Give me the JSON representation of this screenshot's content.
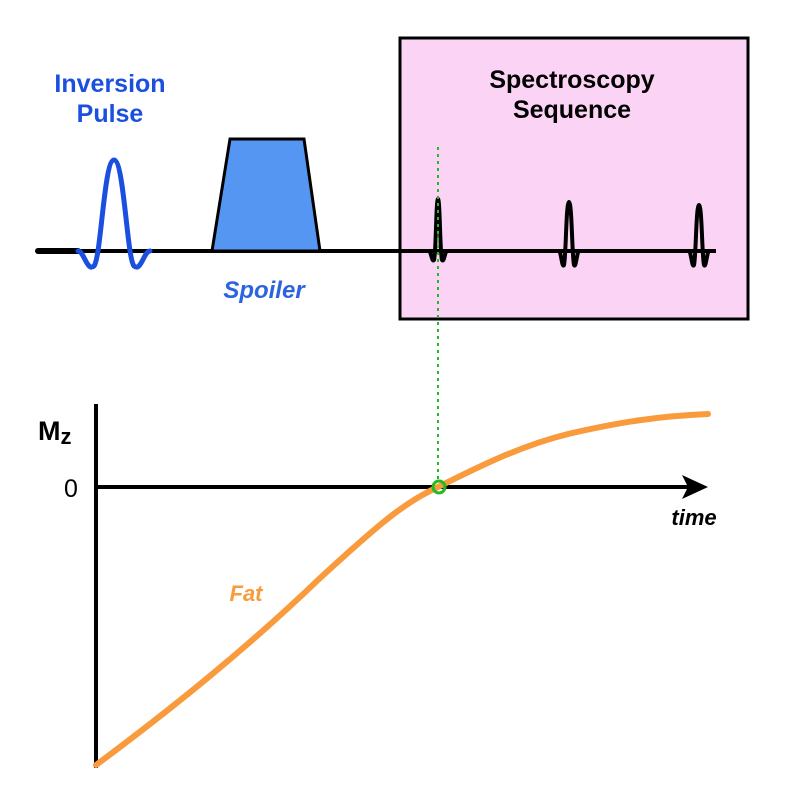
{
  "labels": {
    "inversion_line1": "Inversion",
    "inversion_line2": "Pulse",
    "spoiler": "Spoiler",
    "spectroscopy_line1": "Spectroscopy",
    "spectroscopy_line2": "Sequence",
    "mz_main": "M",
    "mz_sub": "z",
    "zero": "0",
    "time": "time",
    "fat": "Fat"
  },
  "colors": {
    "inversion_pulse": "#1a4fe0",
    "spoiler_fill": "#5596f2",
    "spoiler_label": "#2b63e0",
    "spectroscopy_box": "#fbd4f5",
    "fat_curve": "#f99a3c",
    "null_marker": "#22bb22",
    "line": "#000000"
  }
}
